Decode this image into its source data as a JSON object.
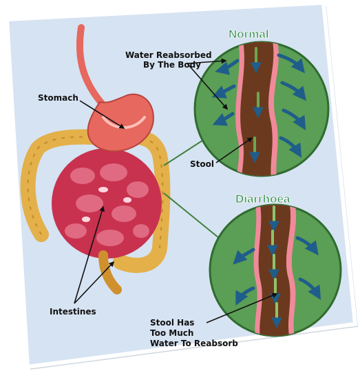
{
  "labels": {
    "normal": "Normal",
    "water_reabsorbed_line1": "Water Reabsorbed",
    "water_reabsorbed_line2": "By The Body",
    "stomach": "Stomach",
    "stool": "Stool",
    "diarrhoea": "Diarrhoea",
    "intestines": "Intestines",
    "stool_has_line1": "Stool Has",
    "stool_has_line2": "Too Much",
    "stool_has_line3": "Water To Reabsorb"
  },
  "colors": {
    "paper": "#d6e3f2",
    "circle_green": "#5b9e55",
    "stool_brown": "#6b3a1e",
    "lining_pink": "#f08a9a",
    "arrow_blue": "#1f5d8a",
    "organ_red": "#c8324f",
    "colon_yellow": "#e3b04a",
    "stomach_pink": "#e6685f",
    "title_green": "#2e8b4a"
  },
  "icons": {
    "water_arrow": "curved-arrow-icon",
    "flow_arrow": "down-arrow-icon"
  }
}
